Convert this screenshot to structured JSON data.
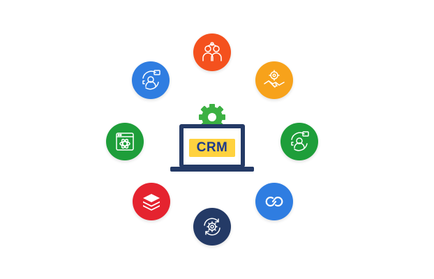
{
  "center": {
    "label": "CRM",
    "icon": "laptop-with-gear-icon",
    "label_color": "#1f3a8a",
    "label_bg": "#ffd23f",
    "gear_color": "#3cb043",
    "laptop_color": "#243a66"
  },
  "nodes": [
    {
      "id": "top",
      "icon": "team-users-icon",
      "color": "#f4511e"
    },
    {
      "id": "top-left",
      "icon": "customer-support-cycle-icon",
      "color": "#2f7de1"
    },
    {
      "id": "top-right",
      "icon": "handshake-gear-icon",
      "color": "#f7a21b"
    },
    {
      "id": "left",
      "icon": "browser-atom-icon",
      "color": "#1e9e3a"
    },
    {
      "id": "right",
      "icon": "customer-support-cycle-icon",
      "color": "#1e9e3a"
    },
    {
      "id": "bottom-left",
      "icon": "stacked-layers-icon",
      "color": "#e5232f"
    },
    {
      "id": "bottom-right",
      "icon": "integration-link-icon",
      "color": "#2f7de1"
    },
    {
      "id": "bottom",
      "icon": "gear-cycle-icon",
      "color": "#243a66"
    }
  ]
}
